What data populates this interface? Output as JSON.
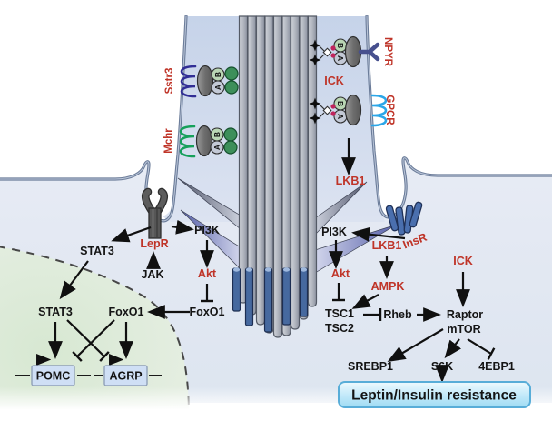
{
  "colors": {
    "label_red": "#bf3428",
    "label_black": "#141414",
    "cilium_fill": "#c9d6ea",
    "cell_fill": "#e8ecf5",
    "nucleus_fill": "#dcead7",
    "membrane": "#6b7c99",
    "axoneme_gray": "#a8adb7",
    "basal_body_blue": "#46699f",
    "resistance_box_fill": "#b5e4f6",
    "gene_box_fill": "#cfdff5",
    "sstr3_color": "#312e95",
    "mchr_color": "#16a05a",
    "gpcr_color": "#2ba6e8",
    "npyr_color": "#47508e"
  },
  "cilium": {
    "receptors": {
      "sstr3": "Sstr3",
      "mchr": "Mchr",
      "npyr": "NPYR",
      "gpcr": "GPCR"
    },
    "ick_label": "ICK",
    "lkb1_label": "LKB1",
    "ift_subunits": {
      "a": "A",
      "b": "B"
    }
  },
  "leptin_pathway": {
    "lepr": "LepR",
    "jak": "JAK",
    "stat3": "STAT3",
    "pi3k": "PI3K",
    "akt": "Akt",
    "foxo1": "FoxO1"
  },
  "insulin_pathway": {
    "insr": "InsR",
    "pi3k": "PI3K",
    "lkb1": "LKB1",
    "akt": "Akt",
    "ampk": "AMPK",
    "ick": "ICK",
    "tsc1": "TSC1",
    "tsc2": "TSC2",
    "rheb": "Rheb",
    "raptor": "Raptor",
    "mtor": "mTOR",
    "srebp1": "SREBP1",
    "s6k": "S6K",
    "eif4ebp1": "4EBP1"
  },
  "nucleus": {
    "stat3": "STAT3",
    "foxo1": "FoxO1",
    "pomc": "POMC",
    "agrp": "AGRP"
  },
  "outcome": {
    "label": "Leptin/Insulin resistance"
  }
}
